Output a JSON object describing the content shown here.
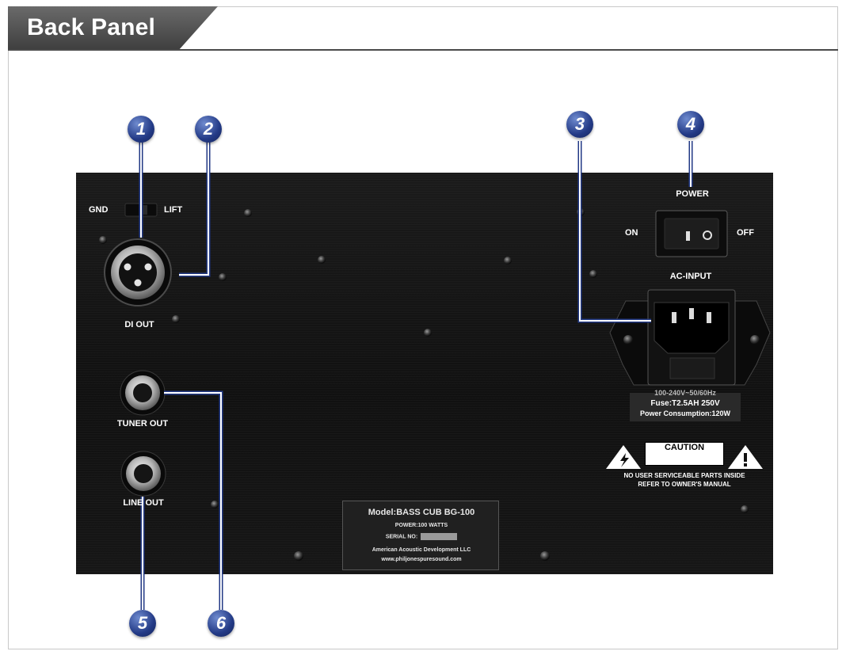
{
  "header": {
    "title": "Back Panel"
  },
  "callouts": [
    "1",
    "2",
    "3",
    "4",
    "5",
    "6"
  ],
  "panel": {
    "ground_switch": {
      "left_label": "GND",
      "right_label": "LIFT"
    },
    "di_out_label": "DI OUT",
    "tuner_out_label": "TUNER OUT",
    "line_out_label": "LINE OUT",
    "power": {
      "title": "POWER",
      "on_label": "ON",
      "off_label": "OFF"
    },
    "ac_input_label": "AC-INPUT",
    "fuse": {
      "line1": "100-240V~50/60Hz",
      "line2": "Fuse:T2.5AH 250V",
      "line3": "Power Consumption:120W"
    },
    "caution": {
      "title": "CAUTION",
      "line1": "NO USER SERVICEABLE PARTS INSIDE",
      "line2": "REFER TO OWNER'S MANUAL"
    },
    "nameplate": {
      "model": "Model:BASS CUB BG-100",
      "power": "POWER:100 WATTS",
      "serial_label": "SERIAL NO:",
      "company": "American Acoustic Development LLC",
      "website": "www.philjonespuresound.com"
    }
  }
}
